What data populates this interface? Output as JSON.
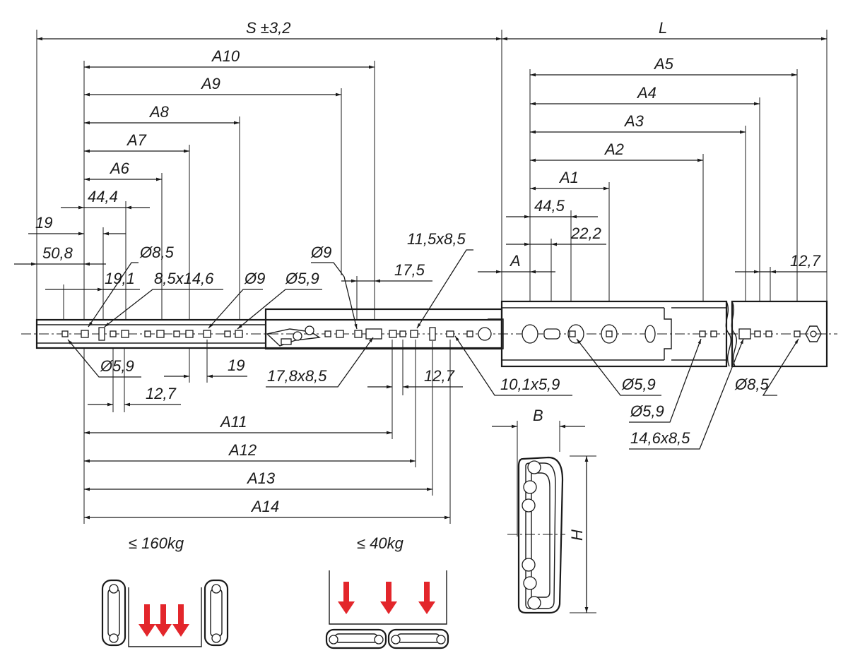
{
  "drawing": {
    "colors": {
      "ink": "#1a1a1a",
      "rail_fill": "#d9d9d9",
      "rail_mid": "#c6c6c6",
      "load_arrow": "#e3262b"
    },
    "top_dims": {
      "S": "S ±3,2",
      "L": "L",
      "A10": "A10",
      "A9": "A9",
      "A8": "A8",
      "A7": "A7",
      "A6": "A6",
      "d44_4": "44,4",
      "d19": "19",
      "d50_8": "50,8",
      "A5": "A5",
      "A4": "A4",
      "A3": "A3",
      "A2": "A2",
      "A1": "A1",
      "d44_5": "44,5",
      "d22_2": "22,2",
      "A": "A",
      "d12_7_right": "12,7"
    },
    "callouts": {
      "d8_5_left": "Ø8,5",
      "d19_1": "19,1",
      "s8_5x14_6": "8,5x14,6",
      "d9_a": "Ø9",
      "d5_9_a": "Ø5,9",
      "d9_b": "Ø9",
      "d17_5": "17,5",
      "s11_5x8_5": "11,5x8,5",
      "d5_9_bottom_left": "Ø5,9",
      "d19_bottom": "19",
      "d12_7_bottom_left": "12,7",
      "s17_8x8_5": "17,8x8,5",
      "d12_7_bottom_mid": "12,7",
      "s10_1x5_9": "10,1x5,9",
      "d5_9_r1": "Ø5,9",
      "d5_9_r2": "Ø5,9",
      "d8_5_right": "Ø8,5",
      "s14_6x8_5": "14,6x8,5"
    },
    "bottom_dims": {
      "A11": "A11",
      "A12": "A12",
      "A13": "A13",
      "A14": "A14"
    },
    "section": {
      "B": "B",
      "H": "H"
    },
    "loads": {
      "vertical": "≤ 160kg",
      "horizontal": "≤ 40kg"
    }
  }
}
